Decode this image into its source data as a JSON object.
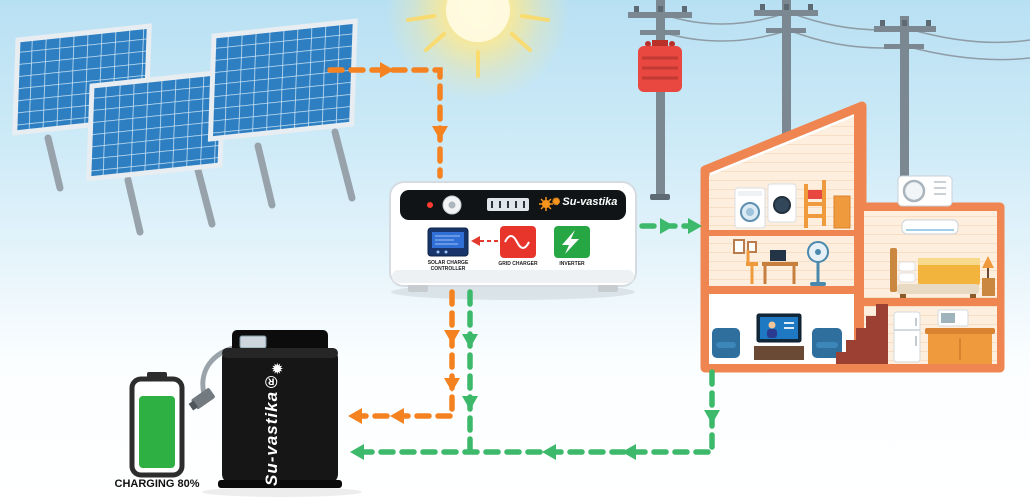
{
  "inverter": {
    "brand": "Su-vastika",
    "modules": [
      {
        "label": "SOLAR CHARGE CONTROLLER"
      },
      {
        "label": "GRID CHARGER"
      },
      {
        "label": "INVERTER"
      }
    ]
  },
  "battery": {
    "brand": "Su-vastika®",
    "charging_label": "CHARGING 80%"
  },
  "icons": {
    "sun": "sun-icon",
    "solar_panels": "solar-panel-array",
    "transformer": "transformer-icon",
    "utility_poles": "utility-pole",
    "house": "house-cutaway",
    "inverter": "inverter-device",
    "battery": "battery-pack",
    "battery_gauge": "battery-charge-icon",
    "brand_logo": "suvastika-logo-icon"
  },
  "colors": {
    "solar_flow_orange": "#f58220",
    "ac_flow_green": "#3cb96a",
    "panel_blue": "#2e7fc2",
    "house_orange": "#ef8550",
    "transformer_red": "#e8483f",
    "battery_charge_green": "#2fb043",
    "inverter_module_green": "#27a644",
    "grid_charger_red": "#e8352c",
    "scc_display_blue": "#2f6fd6"
  }
}
